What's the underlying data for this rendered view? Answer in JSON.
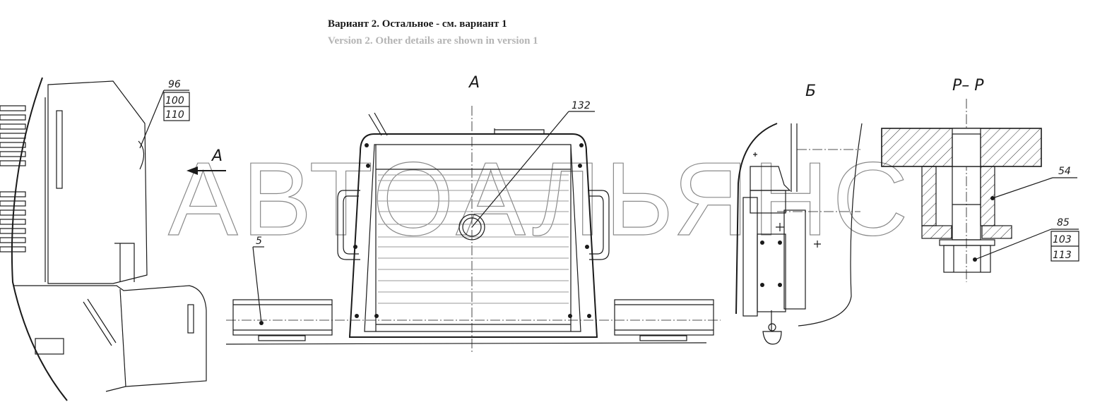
{
  "header": {
    "title_ru": "Вариант 2. Остальное - см. вариант 1",
    "title_en": "Version 2. Other details are shown in version 1"
  },
  "views": {
    "view_a": "А",
    "view_b": "Б",
    "section_pp": "Р– Р",
    "arrow_a": "А"
  },
  "callouts": {
    "c96": "96",
    "c100": "100",
    "c110": "110",
    "c132": "132",
    "c5": "5",
    "c54": "54",
    "c85": "85",
    "c103": "103",
    "c113": "113"
  },
  "watermark": "АВТОАЛЬЯНС",
  "colors": {
    "line": "#1a1a1a",
    "subtitle": "#b4b4b4",
    "watermark": "#8a8a8a"
  }
}
